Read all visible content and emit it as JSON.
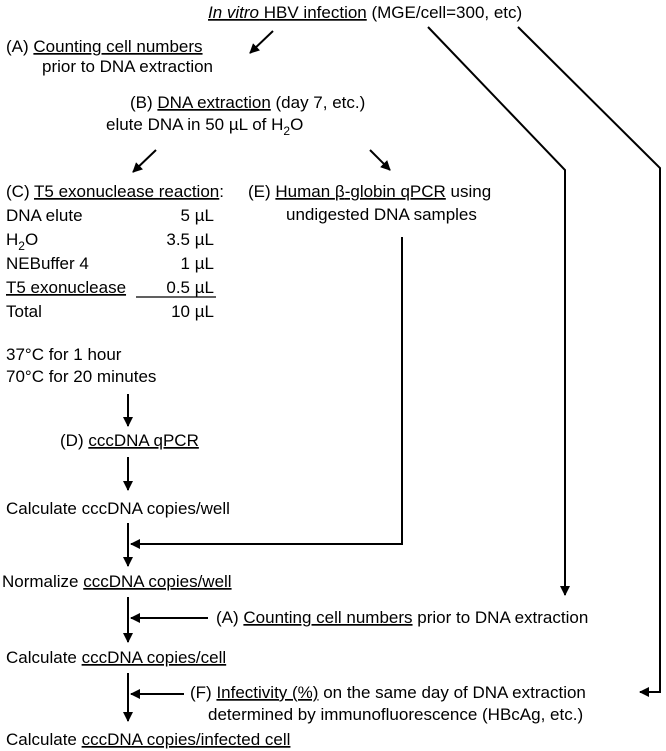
{
  "header": {
    "pre_italic": "In vitro",
    "title_u": " HBV infection",
    "title_rest": " (MGE/cell=300, etc)"
  },
  "step_a_top": {
    "prefix": "(A) ",
    "title": "Counting cell numbers",
    "line2": "prior to DNA extraction"
  },
  "step_b": {
    "prefix": "(B) ",
    "title": "DNA extraction",
    "title_rest": " (day 7, etc.)",
    "line2_pre": "elute DNA  in 50 ",
    "mu": "µ",
    "line2_post": "L of H",
    "sub": "2",
    "line2_end": "O"
  },
  "step_c": {
    "prefix": "(C) ",
    "title": "T5 exonuclease reaction",
    "colon": ":",
    "reagents": [
      {
        "name": "DNA elute",
        "sub": "",
        "name_rest": "",
        "amount": "5 ",
        "mu": "µ",
        "unit": "L"
      },
      {
        "name": "H",
        "sub": "2",
        "name_rest": "O",
        "amount": "3.5 ",
        "mu": "µ",
        "unit": "L"
      },
      {
        "name": "NEBuffer 4",
        "sub": "",
        "name_rest": "",
        "amount": "1 ",
        "mu": "µ",
        "unit": "L"
      },
      {
        "name": "T5 exonuclease",
        "sub": "",
        "name_rest": "",
        "amount": "0.5 ",
        "mu": "µ",
        "unit": "L"
      },
      {
        "name": "Total",
        "sub": "",
        "name_rest": "",
        "amount": "10 ",
        "mu": "µ",
        "unit": "L"
      }
    ],
    "incubation": [
      "37°C for 1 hour",
      "70°C for 20 minutes"
    ]
  },
  "step_e": {
    "prefix": "(E) ",
    "title_pre": "Human ",
    "beta": "β",
    "title_post": "-globin qPCR",
    "title_rest": " using",
    "line2": "undigested DNA samples"
  },
  "step_d": {
    "prefix": "(D) ",
    "title": "cccDNA qPCR"
  },
  "calc_well": "Calculate cccDNA copies/well",
  "normalize": {
    "pre": "Normalize ",
    "u": "cccDNA copies/well"
  },
  "step_a_bottom": {
    "prefix": "(A) ",
    "title": "Counting cell numbers",
    "rest": " prior to DNA extraction"
  },
  "calc_cell": {
    "pre": "Calculate ",
    "u": "cccDNA copies/cell"
  },
  "step_f": {
    "prefix": "(F) ",
    "title": "Infectivity (%)",
    "rest": " on the same day of DNA extraction",
    "line2": "determined by immunofluorescence (HBcAg, etc.)"
  },
  "calc_infected": {
    "pre": "Calculate ",
    "u": "cccDNA copies/infected cell"
  }
}
